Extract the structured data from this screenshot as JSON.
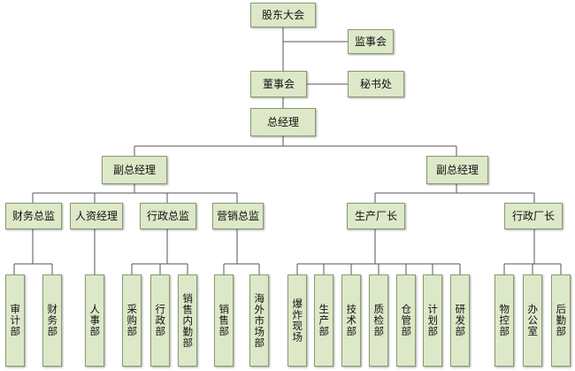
{
  "org": {
    "shareholders": "股东大会",
    "supervisors": "监事会",
    "board": "董事会",
    "secretariat": "秘书处",
    "gm": "总经理",
    "vp_left": "副总经理",
    "vp_right": "副总经理",
    "finance_dir": "财务总监",
    "hr_manager": "人资经理",
    "admin_dir": "行政总监",
    "sales_dir": "营销总监",
    "plant_manager": "生产厂长",
    "admin_plant_manager": "行政厂长",
    "audit": "审计部",
    "finance": "财务部",
    "personnel": "人事部",
    "purchasing": "采购部",
    "administration": "行政部",
    "sales_internal": "销售内勤部",
    "sales": "销售部",
    "overseas_market": "海外市场部",
    "blasting_site": "爆炸现场",
    "production": "生产部",
    "technology": "技术部",
    "quality": "质检部",
    "warehouse": "仓管部",
    "planning": "计划部",
    "rnd": "研发部",
    "material_control": "物控部",
    "office": "办公室",
    "logistics": "后勤部"
  }
}
